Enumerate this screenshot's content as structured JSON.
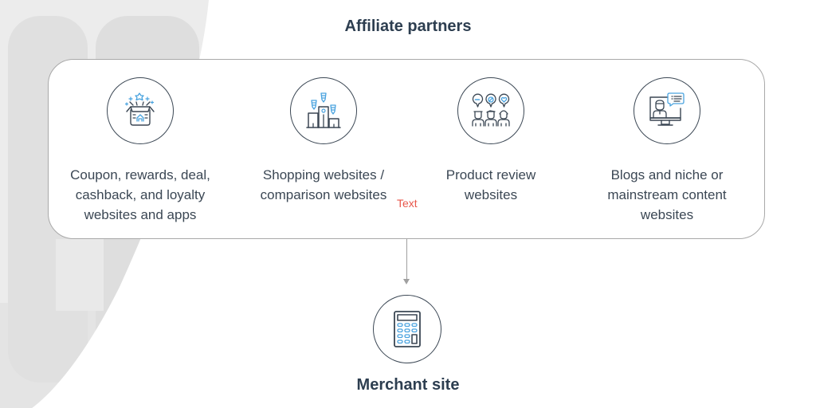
{
  "header": {
    "title": "Affiliate partners"
  },
  "partners": [
    {
      "label_lines": [
        "Coupon, rewards, deal,",
        "cashback, and loyalty",
        "websites and apps"
      ],
      "icon": "gift-box-icon"
    },
    {
      "label_lines": [
        "Shopping websites /",
        "comparison websites"
      ],
      "icon": "podium-ranking-icon"
    },
    {
      "label_lines": [
        "Product review",
        "websites"
      ],
      "icon": "reviewers-icon"
    },
    {
      "label_lines": [
        "Blogs and niche or",
        "mainstream content",
        "websites"
      ],
      "icon": "blogger-monitor-icon"
    }
  ],
  "annotation": {
    "text": "Text",
    "color": "#e8574b"
  },
  "merchant": {
    "label": "Merchant site",
    "icon": "calculator-icon"
  },
  "colors": {
    "stroke": "#3b4754",
    "accent": "#4aa3df",
    "border": "#a9a9a9",
    "title": "#2d3e50"
  }
}
